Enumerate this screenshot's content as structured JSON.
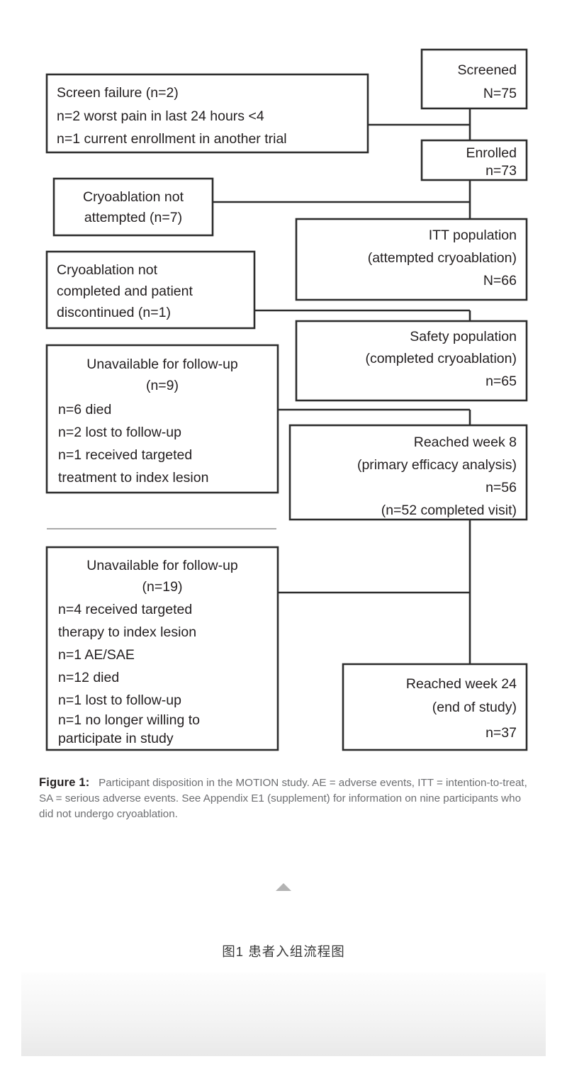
{
  "figure": {
    "label": "Figure 1:",
    "caption_text": "Participant disposition in the MOTION study. AE = adverse events, ITT = intention-to-treat, SA = serious adverse events. See Appendix E1 (supplement) for information on nine participants who did not undergo cryoablation.",
    "chinese_caption": "图1  患者入组流程图"
  },
  "flow": {
    "nodes": [
      {
        "id": "screened",
        "name": "screened-box",
        "align": "right",
        "lines": [
          "Screened",
          "N=75"
        ]
      },
      {
        "id": "screen-failure",
        "name": "screen-failure-box",
        "align": "left",
        "lines": [
          "Screen failure (n=2)",
          "  n=2 worst pain in last 24 hours <4",
          "  n=1 current enrollment in another trial"
        ]
      },
      {
        "id": "enrolled",
        "name": "enrolled-box",
        "align": "right",
        "lines": [
          "Enrolled",
          "n=73"
        ]
      },
      {
        "id": "cryo-not-attempted",
        "name": "cryoablation-not-attempted-box",
        "align": "center",
        "lines": [
          "Cryoablation not",
          "attempted (n=7)"
        ]
      },
      {
        "id": "itt",
        "name": "itt-population-box",
        "align": "right",
        "lines": [
          "ITT population",
          "(attempted cryoablation)",
          "N=66"
        ]
      },
      {
        "id": "cryo-not-completed",
        "name": "cryoablation-not-completed-box",
        "align": "left",
        "lines": [
          "Cryoablation not",
          "completed and patient",
          "discontinued (n=1)"
        ]
      },
      {
        "id": "safety",
        "name": "safety-population-box",
        "align": "right",
        "lines": [
          "Safety population",
          "(completed cryoablation)",
          "n=65"
        ]
      },
      {
        "id": "unavailable-9",
        "name": "unavailable-followup-9-box",
        "align": "mixed",
        "lines": [
          "Unavailable for follow-up",
          "(n=9)",
          "n=6 died",
          "n=2 lost to follow-up",
          "n=1 received targeted",
          "treatment to index lesion"
        ]
      },
      {
        "id": "week8",
        "name": "reached-week-8-box",
        "align": "right",
        "lines": [
          "Reached week 8",
          "(primary efficacy analysis)",
          "n=56",
          "(n=52 completed visit)"
        ]
      },
      {
        "id": "unavailable-19",
        "name": "unavailable-followup-19-box",
        "align": "mixed",
        "lines": [
          "Unavailable for follow-up",
          "(n=19)",
          "n=4 received targeted",
          "therapy to index lesion",
          "n=1 AE/SAE",
          "n=12 died",
          "n=1 lost to follow-up",
          "n=1 no longer willing to",
          "participate in study"
        ]
      },
      {
        "id": "week24",
        "name": "reached-week-24-box",
        "align": "right",
        "lines": [
          "Reached week 24",
          "(end of study)",
          "n=37"
        ]
      }
    ]
  },
  "chart_data": {
    "type": "diagram",
    "title": "Participant disposition in the MOTION study",
    "diagram_kind": "CONSORT participant flow diagram",
    "stages": [
      {
        "label": "Screened",
        "count_prefix": "N",
        "count": 75
      },
      {
        "label": "Enrolled",
        "count_prefix": "n",
        "count": 73
      },
      {
        "label": "ITT population (attempted cryoablation)",
        "count_prefix": "N",
        "count": 66
      },
      {
        "label": "Safety population (completed cryoablation)",
        "count_prefix": "n",
        "count": 65
      },
      {
        "label": "Reached week 8 (primary efficacy analysis)",
        "count_prefix": "n",
        "count": 56,
        "note": "n=52 completed visit"
      },
      {
        "label": "Reached week 24 (end of study)",
        "count_prefix": "n",
        "count": 37
      }
    ],
    "exclusions": [
      {
        "after_stage": "Screened",
        "label": "Screen failure",
        "count": 2,
        "reasons": [
          {
            "text": "worst pain in last 24 hours <4",
            "n": 2
          },
          {
            "text": "current enrollment in another trial",
            "n": 1
          }
        ]
      },
      {
        "after_stage": "Enrolled",
        "label": "Cryoablation not attempted",
        "count": 7,
        "reasons": []
      },
      {
        "after_stage": "ITT population",
        "label": "Cryoablation not completed and patient discontinued",
        "count": 1,
        "reasons": []
      },
      {
        "after_stage": "Safety population",
        "label": "Unavailable for follow-up",
        "count": 9,
        "reasons": [
          {
            "text": "died",
            "n": 6
          },
          {
            "text": "lost to follow-up",
            "n": 2
          },
          {
            "text": "received targeted treatment to index lesion",
            "n": 1
          }
        ]
      },
      {
        "after_stage": "Reached week 8",
        "label": "Unavailable for follow-up",
        "count": 19,
        "reasons": [
          {
            "text": "received targeted therapy to index lesion",
            "n": 4
          },
          {
            "text": "AE/SAE",
            "n": 1
          },
          {
            "text": "died",
            "n": 12
          },
          {
            "text": "lost to follow-up",
            "n": 1
          },
          {
            "text": "no longer willing to participate in study",
            "n": 1
          }
        ]
      }
    ],
    "abbreviations": {
      "AE": "adverse events",
      "ITT": "intention-to-treat",
      "SA": "serious adverse events"
    }
  },
  "colors": {
    "stroke": "#2d2d2d",
    "text": "#231f20",
    "caption_text": "#6d6e71",
    "triangle": "#b3b3b3",
    "page_bg": "#ffffff"
  },
  "icons": {
    "collapse": "collapse-triangle-up-icon"
  }
}
